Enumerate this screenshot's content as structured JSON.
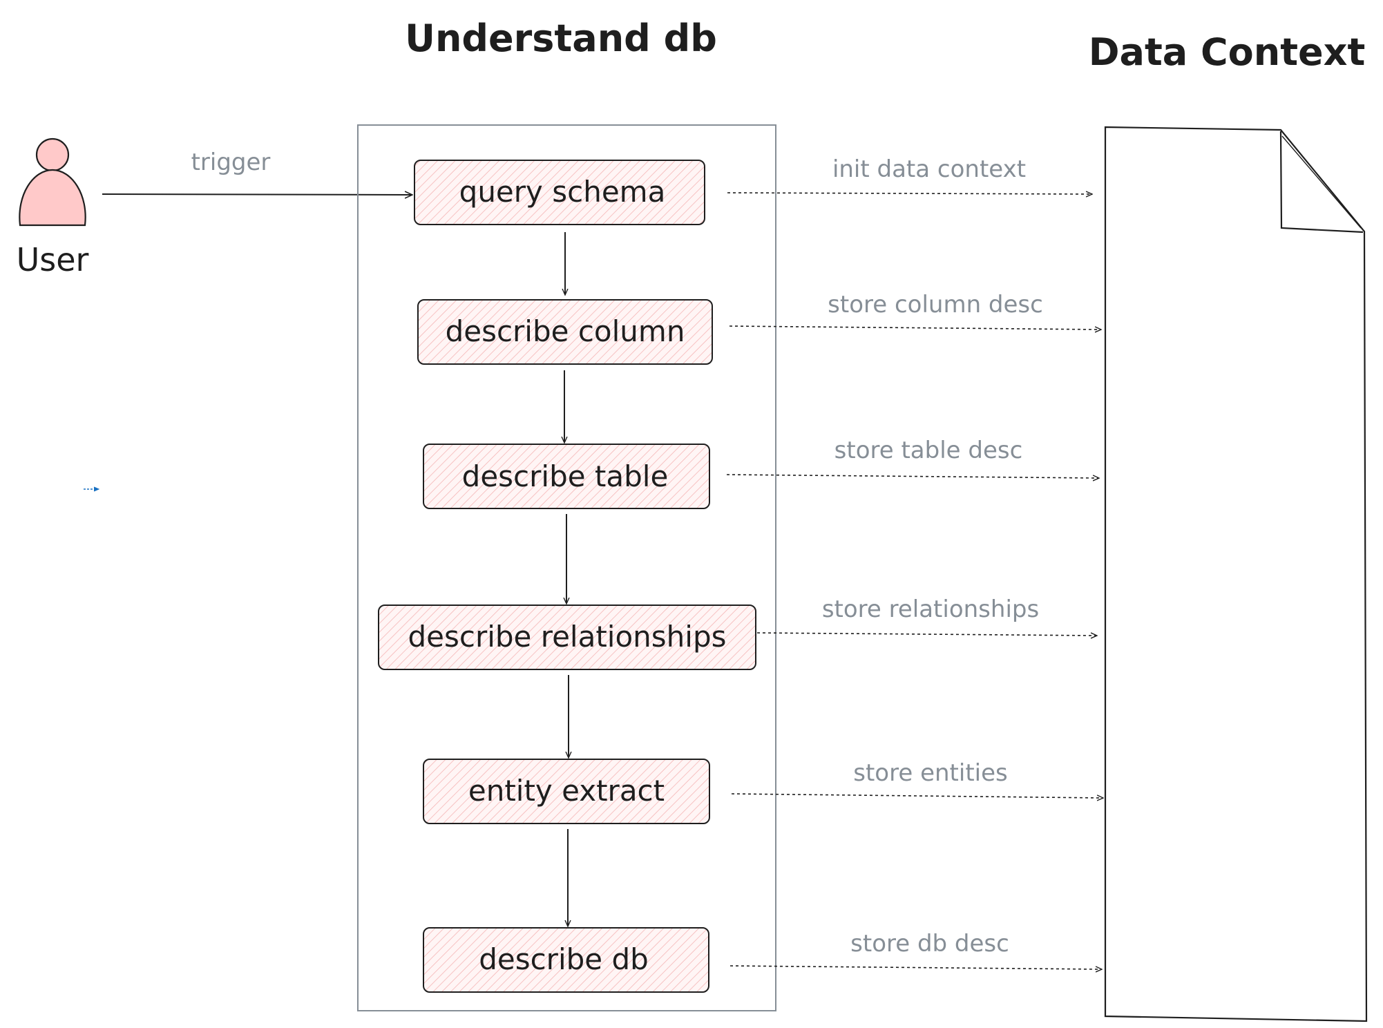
{
  "titles": {
    "understand_db": "Understand db",
    "data_context": "Data Context"
  },
  "actor": {
    "label": "User",
    "color": "#ffc9c9"
  },
  "trigger_label": "trigger",
  "steps": [
    "query schema",
    "describe column",
    "describe table",
    "describe relationships",
    "entity extract",
    "describe db"
  ],
  "store_labels": [
    "init data context",
    "store column desc",
    "store table desc",
    "store relationships",
    "store entities",
    "store db desc"
  ],
  "colors": {
    "stroke": "#1e1e1e",
    "muted_text": "#868e96",
    "step_fill": "#ffe3e3",
    "hatch": "#f5b5b5",
    "stray_arrow": "#1971c2"
  }
}
